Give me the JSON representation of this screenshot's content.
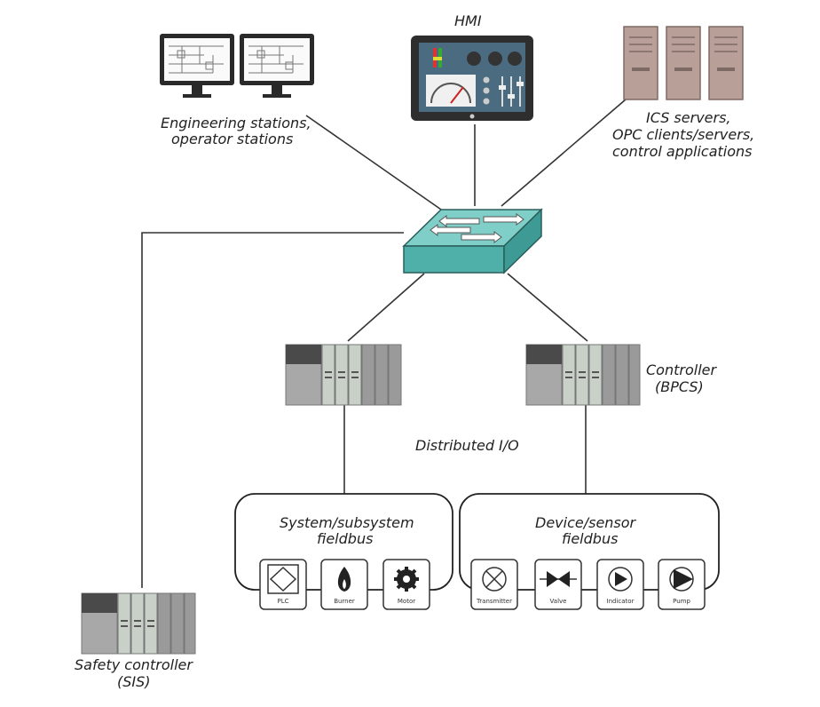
{
  "labels": {
    "hmi": "HMI",
    "engineering_line1": "Engineering stations,",
    "engineering_line2": "operator stations",
    "ics_line1": "ICS servers,",
    "ics_line2": "OPC clients/servers,",
    "ics_line3": "control applications",
    "controller_line1": "Controller",
    "controller_line2": "(BPCS)",
    "distributed_io": "Distributed I/O",
    "system_fieldbus_line1": "System/subsystem",
    "system_fieldbus_line2": "fieldbus",
    "device_fieldbus_line1": "Device/sensor",
    "device_fieldbus_line2": "fieldbus",
    "safety_line1": "Safety controller",
    "safety_line2": "(SIS)"
  },
  "devices": {
    "plc": "PLC",
    "burner": "Burner",
    "motor": "Motor",
    "transmitter": "Transmitter",
    "valve": "Valve",
    "indicator": "Indicator",
    "pump": "Pump"
  },
  "colors": {
    "switch_top": "#7fcfc8",
    "switch_side": "#4fb0aa",
    "server": "#b89f98",
    "line": "#333333"
  }
}
